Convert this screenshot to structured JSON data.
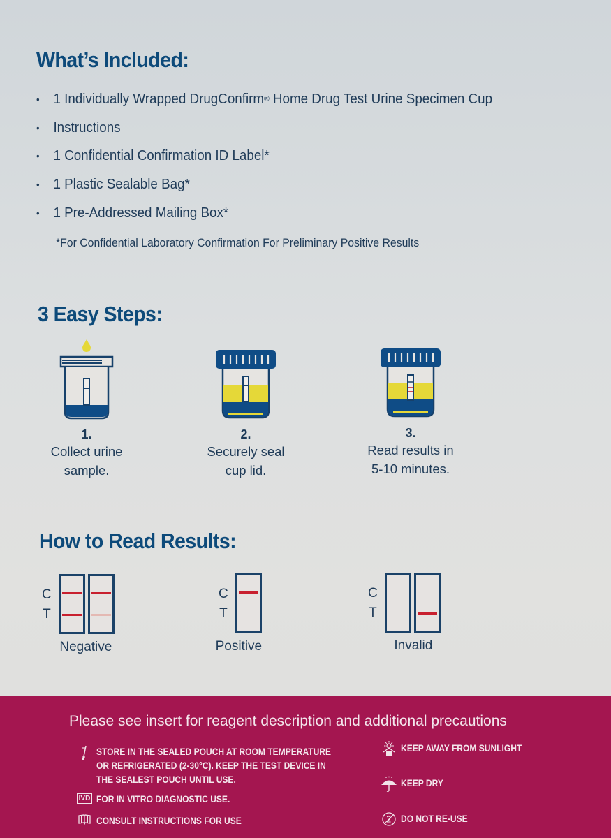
{
  "included": {
    "title": "What’s Included:",
    "items": [
      {
        "bullet": "•",
        "text_before": "1 Individually Wrapped DrugConfirm",
        "sup": "®",
        "text_after": " Home Drug Test Urine Specimen Cup"
      },
      {
        "bullet": "•",
        "text_before": "Instructions",
        "sup": "",
        "text_after": ""
      },
      {
        "bullet": "•",
        "text_before": "1 Confidential Confirmation ID Label*",
        "sup": "",
        "text_after": ""
      },
      {
        "bullet": "•",
        "text_before": "1 Plastic Sealable Bag*",
        "sup": "",
        "text_after": ""
      },
      {
        "bullet": "•",
        "text_before": "1 Pre-Addressed Mailing Box*",
        "sup": "",
        "text_after": ""
      }
    ],
    "footnote": "*For Confidential Laboratory Confirmation For Preliminary Positive Results"
  },
  "steps": {
    "title": "3 Easy Steps:",
    "items": [
      {
        "number": "1.",
        "line1": "Collect urine",
        "line2": "sample.",
        "icon": "open-specimen-cup-icon"
      },
      {
        "number": "2.",
        "line1": "Securely seal",
        "line2": "cup lid.",
        "icon": "sealed-specimen-cup-icon"
      },
      {
        "number": "3.",
        "line1": "Read results in",
        "line2": "5-10 minutes.",
        "icon": "specimen-cup-result-icon"
      }
    ]
  },
  "results": {
    "title": "How to Read Results:",
    "c_label": "C",
    "t_label": "T",
    "items": [
      {
        "label": "Negative",
        "strips": [
          {
            "c": true,
            "t": true,
            "t_faint": false
          },
          {
            "c": true,
            "t": true,
            "t_faint": true
          }
        ]
      },
      {
        "label": "Positive",
        "strips": [
          {
            "c": true,
            "t": false,
            "t_faint": false
          }
        ]
      },
      {
        "label": "Invalid",
        "strips": [
          {
            "c": false,
            "t": false,
            "t_faint": false
          },
          {
            "c": false,
            "t": true,
            "t_faint": false
          }
        ]
      }
    ]
  },
  "footer": {
    "heading": "Please see insert for reagent description and additional precautions",
    "warnings_left": [
      {
        "icon": "temperature-limit-icon",
        "lines": [
          "STORE IN THE SEALED POUCH AT ROOM TEMPERATURE",
          "OR REFRIGERATED (2-30°C). KEEP THE TEST DEVICE IN",
          "THE SEALEST POUCH UNTIL USE."
        ]
      },
      {
        "icon": "ivd-icon",
        "icon_text": "IVD",
        "lines": [
          "FOR IN VITRO DIAGNOSTIC USE."
        ]
      },
      {
        "icon": "consult-instructions-icon",
        "lines": [
          "CONSULT INSTRUCTIONS FOR USE"
        ]
      }
    ],
    "warnings_right": [
      {
        "icon": "keep-away-sunlight-icon",
        "lines": [
          "KEEP AWAY FROM SUNLIGHT"
        ]
      },
      {
        "icon": "keep-dry-icon",
        "lines": [
          "KEEP DRY"
        ]
      },
      {
        "icon": "do-not-reuse-icon",
        "lines": [
          "DO NOT RE-USE"
        ]
      }
    ]
  },
  "colors": {
    "navy": "#0d4a7a",
    "cup_blue": "#0f4c86",
    "urine_yellow": "#e5d838",
    "result_red": "#c8202f",
    "footer_magenta": "#a41650",
    "background": "#dcdfe0"
  }
}
